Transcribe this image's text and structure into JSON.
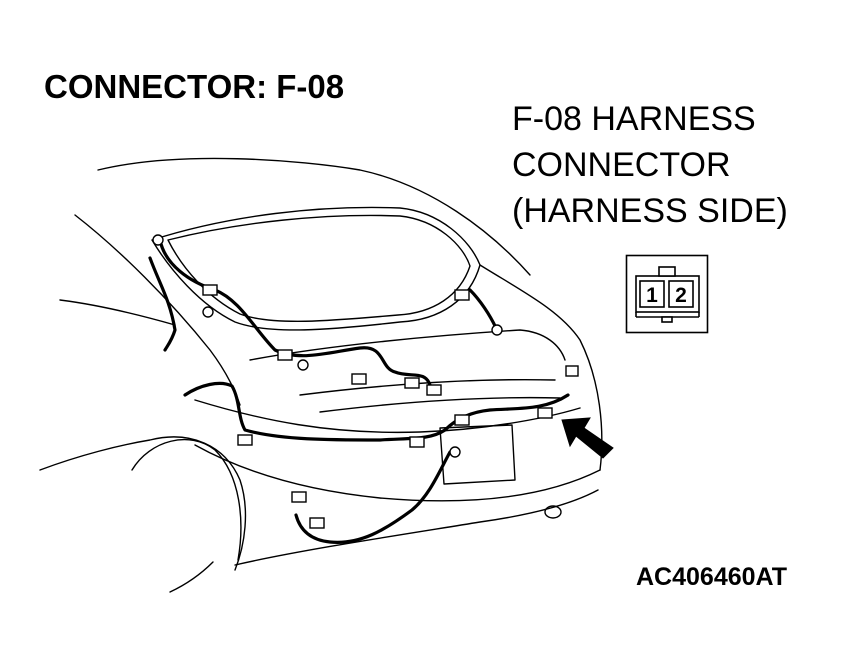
{
  "title": "CONNECTOR: F-08",
  "harness_label": {
    "line1": "F-08 HARNESS",
    "line2": "CONNECTOR",
    "line3": "(HARNESS SIDE)"
  },
  "connector_pins": [
    "1",
    "2"
  ],
  "figure_code": "AC406460AT"
}
